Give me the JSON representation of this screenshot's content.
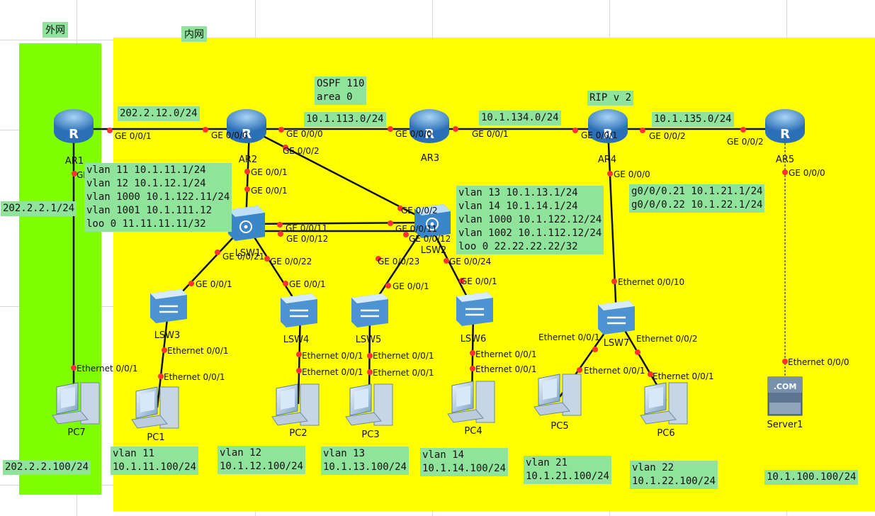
{
  "zones": {
    "outer_label": "外网",
    "inner_label": "内网",
    "outer_color": "#7fff00",
    "inner_color": "#ffff00"
  },
  "devices": {
    "ar1": "AR1",
    "ar2": "AR2",
    "ar3": "AR3",
    "ar4": "AR4",
    "ar5": "AR5",
    "lsw1": "LSW1",
    "lsw2": "LSW2",
    "lsw3": "LSW3",
    "lsw4": "LSW4",
    "lsw5": "LSW5",
    "lsw6": "LSW6",
    "lsw7": "LSW7",
    "pc1": "PC1",
    "pc2": "PC2",
    "pc3": "PC3",
    "pc4": "PC4",
    "pc5": "PC5",
    "pc6": "PC6",
    "pc7": "PC7",
    "server1": "Server1",
    "server_badge": ".COM"
  },
  "notes": {
    "ospf": "OSPF 110\narea 0",
    "rip": "RIP v 2",
    "net_202_12": "202.2.12.0/24",
    "net_113": "10.1.113.0/24",
    "net_134": "10.1.134.0/24",
    "net_135": "10.1.135.0/24",
    "ar1_addr": "202.2.2.1/24",
    "lsw1_cfg": "vlan 11 10.1.11.1/24\nvlan 12 10.1.12.1/24\nvlan 1000 10.1.122.11/24\nvlan 1001 10.1.111.12\nloo 0 11.11.11.11/32",
    "lsw2_cfg": "vlan 13 10.1.13.1/24\nvlan 14 10.1.14.1/24\nvlan 1000 10.1.122.12/24\nvlan 1002 10.1.112.12/24\nloo 0 22.22.22.22/32",
    "ar4_cfg": "g0/0/0.21 10.1.21.1/24\ng0/0/0.22 10.1.22.1/24",
    "pc7_addr": "202.2.2.100/24",
    "pc1_cfg": "vlan 11\n10.1.11.100/24",
    "pc2_cfg": "vlan 12\n10.1.12.100/24",
    "pc3_cfg": "vlan 13\n10.1.13.100/24",
    "pc4_cfg": "vlan 14\n10.1.14.100/24",
    "pc5_cfg": "vlan 21\n10.1.21.100/24",
    "pc6_cfg": "vlan 22\n10.1.22.100/24",
    "server_addr": "10.1.100.100/24"
  },
  "ports": {
    "ar1_ge001": "GE 0/0/1",
    "ar2_ge000_left": "GE 0/0/0",
    "ar2_ge000_right": "GE 0/0/0",
    "ar3_ge000": "GE 0/0/0",
    "ar3_ge001": "GE 0/0/1",
    "ar4_ge001": "GE 0/0/1",
    "ar4_ge002": "GE 0/0/2",
    "ar5_ge002": "GE 0/0/2",
    "ar2_ge002": "GE 0/0/2",
    "ar1_ge000": "GE 0/0/0",
    "ar2_ge001": "GE 0/0/1",
    "lsw1_ge001": "GE 0/0/1",
    "ar4_ge000": "GE 0/0/0",
    "ar5_ge000": "GE 0/0/0",
    "lsw2_ge002": "GE 0/0/2",
    "lsw1_ge0011": "GE 0/0/11",
    "lsw2_ge0011": "GE 0/0/11",
    "lsw1_ge0012": "GE 0/0/12",
    "lsw2_ge0012": "GE 0/0/12",
    "lsw1_ge0021": "GE 0/0/21",
    "lsw1_ge0022": "GE 0/0/22",
    "lsw2_ge0023": "GE 0/0/23",
    "lsw2_ge0024": "GE 0/0/24",
    "lsw3_ge001": "GE 0/0/1",
    "lsw4_ge001": "GE 0/0/1",
    "lsw5_ge001": "GE 0/0/1",
    "lsw6_ge001": "GE 0/0/1",
    "lsw7_eth0010": "Ethernet 0/0/10",
    "lsw3_eth001": "Ethernet 0/0/1",
    "pc1_eth001": "Ethernet 0/0/1",
    "lsw4_eth001": "Ethernet 0/0/1",
    "pc2_eth001": "Ethernet 0/0/1",
    "lsw5_eth001": "Ethernet 0/0/1",
    "pc3_eth001": "Ethernet 0/0/1",
    "lsw6_eth001": "Ethernet 0/0/1",
    "pc4_eth001": "Ethernet 0/0/1",
    "lsw7_eth001": "Ethernet 0/0/1",
    "lsw7_eth002": "Ethernet 0/0/2",
    "pc5_eth001": "Ethernet 0/0/1",
    "pc6_eth001": "Ethernet 0/0/1",
    "pc7_eth001": "Ethernet 0/0/1",
    "server_eth000": "Ethernet 0/0/0"
  }
}
